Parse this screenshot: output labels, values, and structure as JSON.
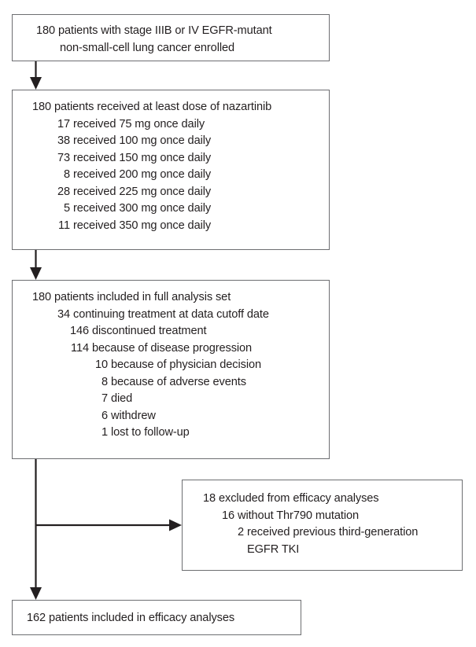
{
  "figure": {
    "type": "flow-diagram",
    "title": "Trial profile flow diagram",
    "background_color": "#ffffff",
    "border_color": "#6d6e71",
    "text_color": "#231f20"
  },
  "nodes": {
    "enrolled": {
      "name": "enrolled-box",
      "lines": [
        {
          "num": "",
          "text": "180 patients with stage IIIB or IV EGFR-mutant"
        },
        {
          "num": "",
          "text": "non-small-cell lung cancer enrolled"
        }
      ]
    },
    "dosing": {
      "name": "dosing-box",
      "lines": [
        {
          "num": "180",
          "text": "patients received at least dose of nazartinib",
          "indent": 0
        },
        {
          "num": "17",
          "text": "received 75 mg once daily",
          "indent": 1
        },
        {
          "num": "38",
          "text": "received 100 mg once daily",
          "indent": 1
        },
        {
          "num": "73",
          "text": "received 150 mg once daily",
          "indent": 1
        },
        {
          "num": "8",
          "text": "received 200 mg once daily",
          "indent": 1
        },
        {
          "num": "28",
          "text": "received 225 mg once daily",
          "indent": 1
        },
        {
          "num": "5",
          "text": "received 300 mg once daily",
          "indent": 1
        },
        {
          "num": "11",
          "text": "received 350 mg once daily",
          "indent": 1
        }
      ]
    },
    "full_analysis_set": {
      "name": "full-analysis-set-box",
      "lines": [
        {
          "num": "180",
          "text": "patients included in full analysis set",
          "indent": 0
        },
        {
          "num": "34",
          "text": "continuing treatment at data cutoff date",
          "indent": 1
        },
        {
          "num": "146",
          "text": "discontinued treatment",
          "indent": 2
        },
        {
          "num": "114",
          "text": "because of disease progression",
          "indent": 2
        },
        {
          "num": "10",
          "text": "because of physician decision",
          "indent": 3
        },
        {
          "num": "8",
          "text": "because of adverse events",
          "indent": 3
        },
        {
          "num": "7",
          "text": "died",
          "indent": 3
        },
        {
          "num": "6",
          "text": "withdrew",
          "indent": 3
        },
        {
          "num": "1",
          "text": "lost to follow-up",
          "indent": 3
        }
      ]
    },
    "excluded": {
      "name": "excluded-box",
      "lines": [
        {
          "num": "18",
          "text": "excluded from efficacy analyses",
          "indent": 0
        },
        {
          "num": "16",
          "text": "without Thr790 mutation",
          "indent": 1
        },
        {
          "num": "2",
          "text": "received previous third-generation",
          "indent": 2
        },
        {
          "num": "",
          "text": "EGFR TKI",
          "indent": 2,
          "continuation": true
        }
      ]
    },
    "efficacy": {
      "name": "efficacy-box",
      "lines": [
        {
          "num": "",
          "text": "162 patients included in efficacy analyses"
        }
      ]
    }
  },
  "connectors": [
    {
      "name": "arrow-enrolled-to-dosing",
      "from": "enrolled",
      "to": "dosing",
      "direction": "down"
    },
    {
      "name": "arrow-dosing-to-full-analysis-set",
      "from": "dosing",
      "to": "full_analysis_set",
      "direction": "down"
    },
    {
      "name": "arrow-full-analysis-set-to-excluded",
      "from": "full_analysis_set",
      "to": "excluded",
      "direction": "right"
    },
    {
      "name": "arrow-full-analysis-set-to-efficacy",
      "from": "full_analysis_set",
      "to": "efficacy",
      "direction": "down"
    }
  ]
}
